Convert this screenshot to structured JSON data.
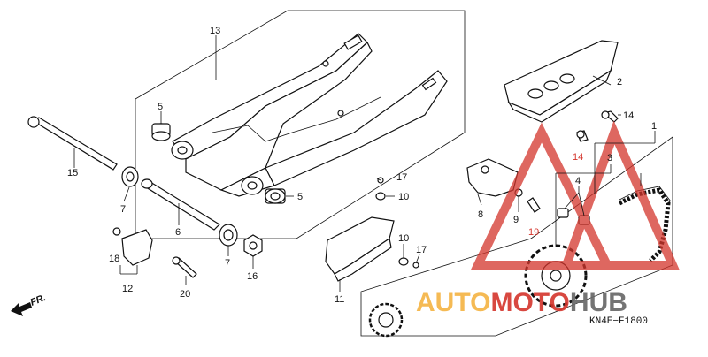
{
  "diagram": {
    "code": "KN4E−F1800",
    "front_label": "FR.",
    "watermark": {
      "left": "AUTO",
      "middle": "MOTO",
      "right": "HUB",
      "colors": {
        "left": "#f5b342",
        "middle": "#d4352c",
        "right": "#666666"
      }
    },
    "callouts": {
      "c1": "1",
      "c2": "2",
      "c3": "3",
      "c4": "4",
      "c5a": "5",
      "c5b": "5",
      "c6": "6",
      "c7a": "7",
      "c7b": "7",
      "c8": "8",
      "c9": "9",
      "c10a": "10",
      "c10b": "10",
      "c11": "11",
      "c12": "12",
      "c13": "13",
      "c14a": "14",
      "c14b": "14",
      "c15": "15",
      "c16": "16",
      "c17a": "17",
      "c17b": "17",
      "c18": "18",
      "c19": "19",
      "c20": "20"
    }
  }
}
